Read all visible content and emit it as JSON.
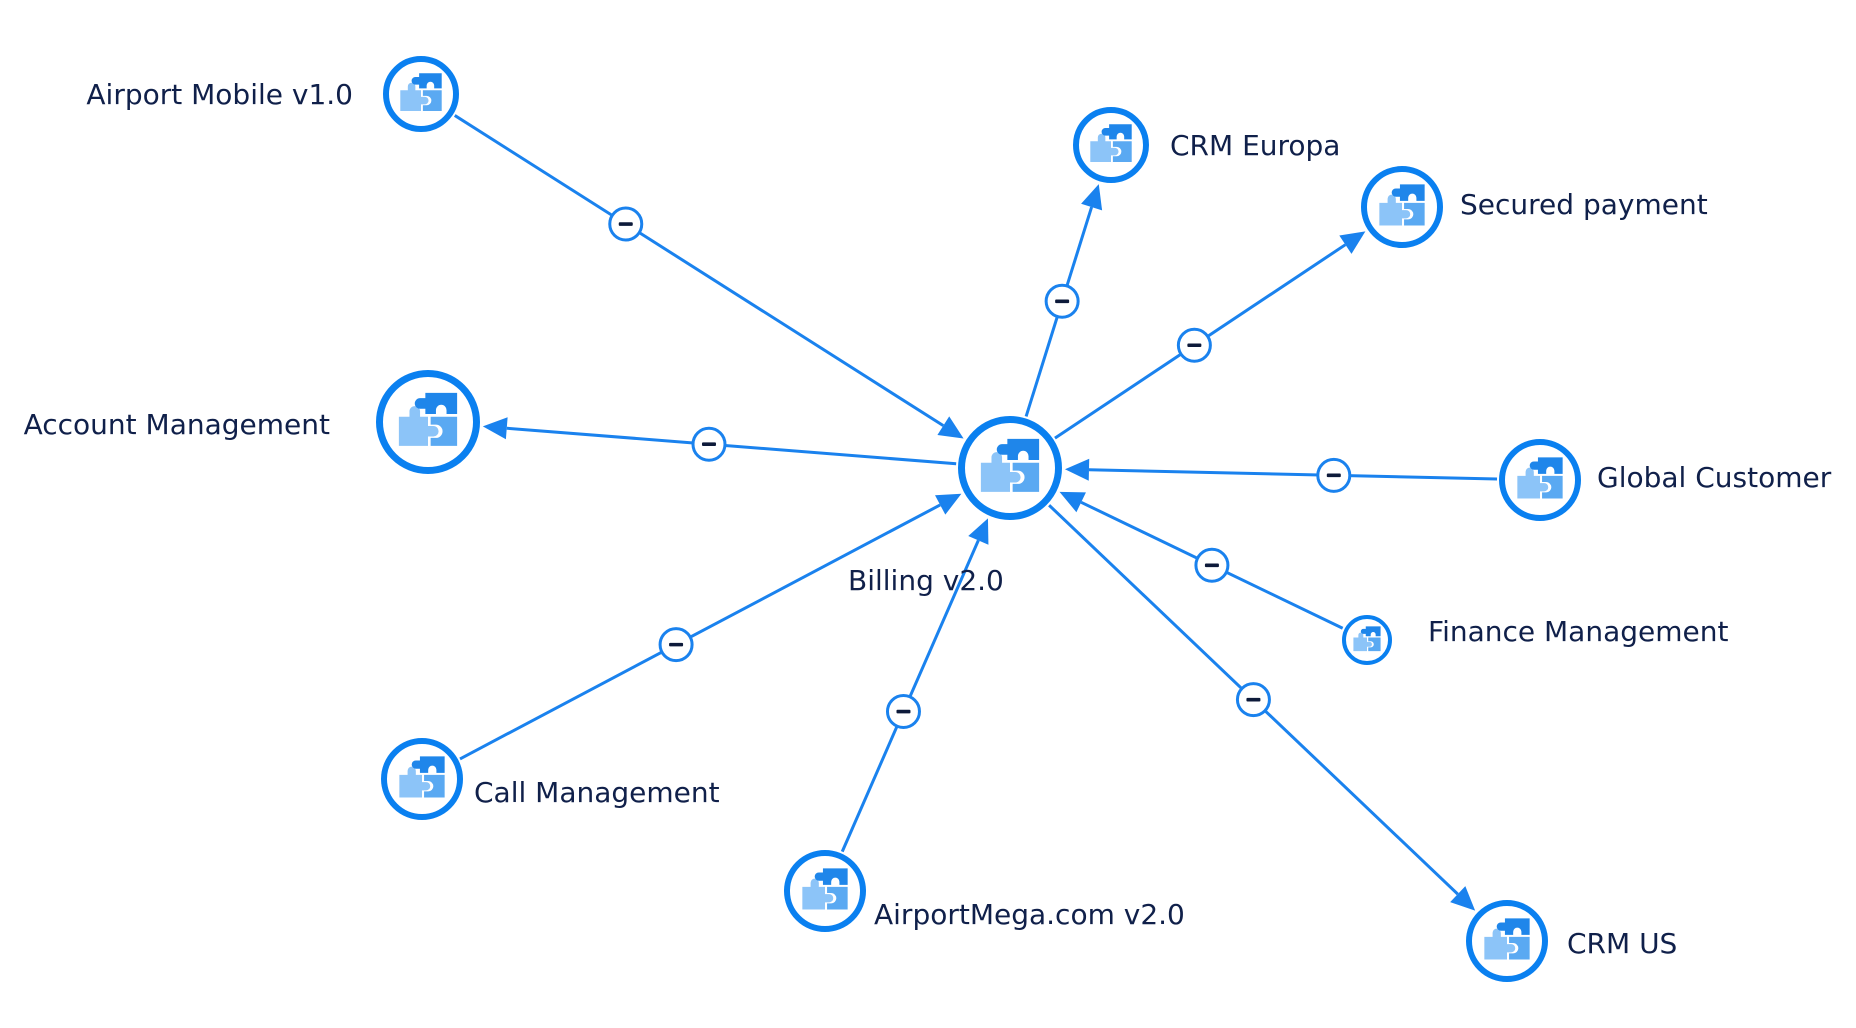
{
  "diagram": {
    "colors": {
      "accent": "#1a82ee",
      "ring": "#0a80f0",
      "puzzle_dark": "#1f86ea",
      "puzzle_light": "#8cc4f8",
      "label": "#10204a",
      "collapse_symbol": "#0d1a3a"
    },
    "nodes": [
      {
        "id": "billing",
        "label": "Billing v2.0",
        "icon": "puzzle-icon"
      },
      {
        "id": "airport-mobile",
        "label": "Airport Mobile v1.0",
        "icon": "puzzle-icon"
      },
      {
        "id": "crm-europa",
        "label": "CRM Europa",
        "icon": "puzzle-icon"
      },
      {
        "id": "secured-payment",
        "label": "Secured payment",
        "icon": "puzzle-icon"
      },
      {
        "id": "account-management",
        "label": "Account Management",
        "icon": "puzzle-icon"
      },
      {
        "id": "global-customer",
        "label": "Global Customer",
        "icon": "puzzle-icon"
      },
      {
        "id": "finance-management",
        "label": "Finance Management",
        "icon": "puzzle-icon"
      },
      {
        "id": "call-management",
        "label": "Call Management",
        "icon": "puzzle-icon"
      },
      {
        "id": "airportmega",
        "label": "AirportMega.com v2.0",
        "icon": "puzzle-icon"
      },
      {
        "id": "crm-us",
        "label": "CRM US",
        "icon": "puzzle-icon"
      }
    ],
    "edges": [
      {
        "from": "airport-mobile",
        "to": "billing",
        "collapse_icon": "minus-icon"
      },
      {
        "from": "billing",
        "to": "crm-europa",
        "collapse_icon": "minus-icon"
      },
      {
        "from": "billing",
        "to": "secured-payment",
        "collapse_icon": "minus-icon"
      },
      {
        "from": "billing",
        "to": "account-management",
        "collapse_icon": "minus-icon"
      },
      {
        "from": "global-customer",
        "to": "billing",
        "collapse_icon": "minus-icon"
      },
      {
        "from": "finance-management",
        "to": "billing",
        "collapse_icon": "minus-icon"
      },
      {
        "from": "call-management",
        "to": "billing",
        "collapse_icon": "minus-icon"
      },
      {
        "from": "airportmega",
        "to": "billing",
        "collapse_icon": "minus-icon"
      },
      {
        "from": "billing",
        "to": "crm-us",
        "collapse_icon": "minus-icon"
      }
    ]
  }
}
